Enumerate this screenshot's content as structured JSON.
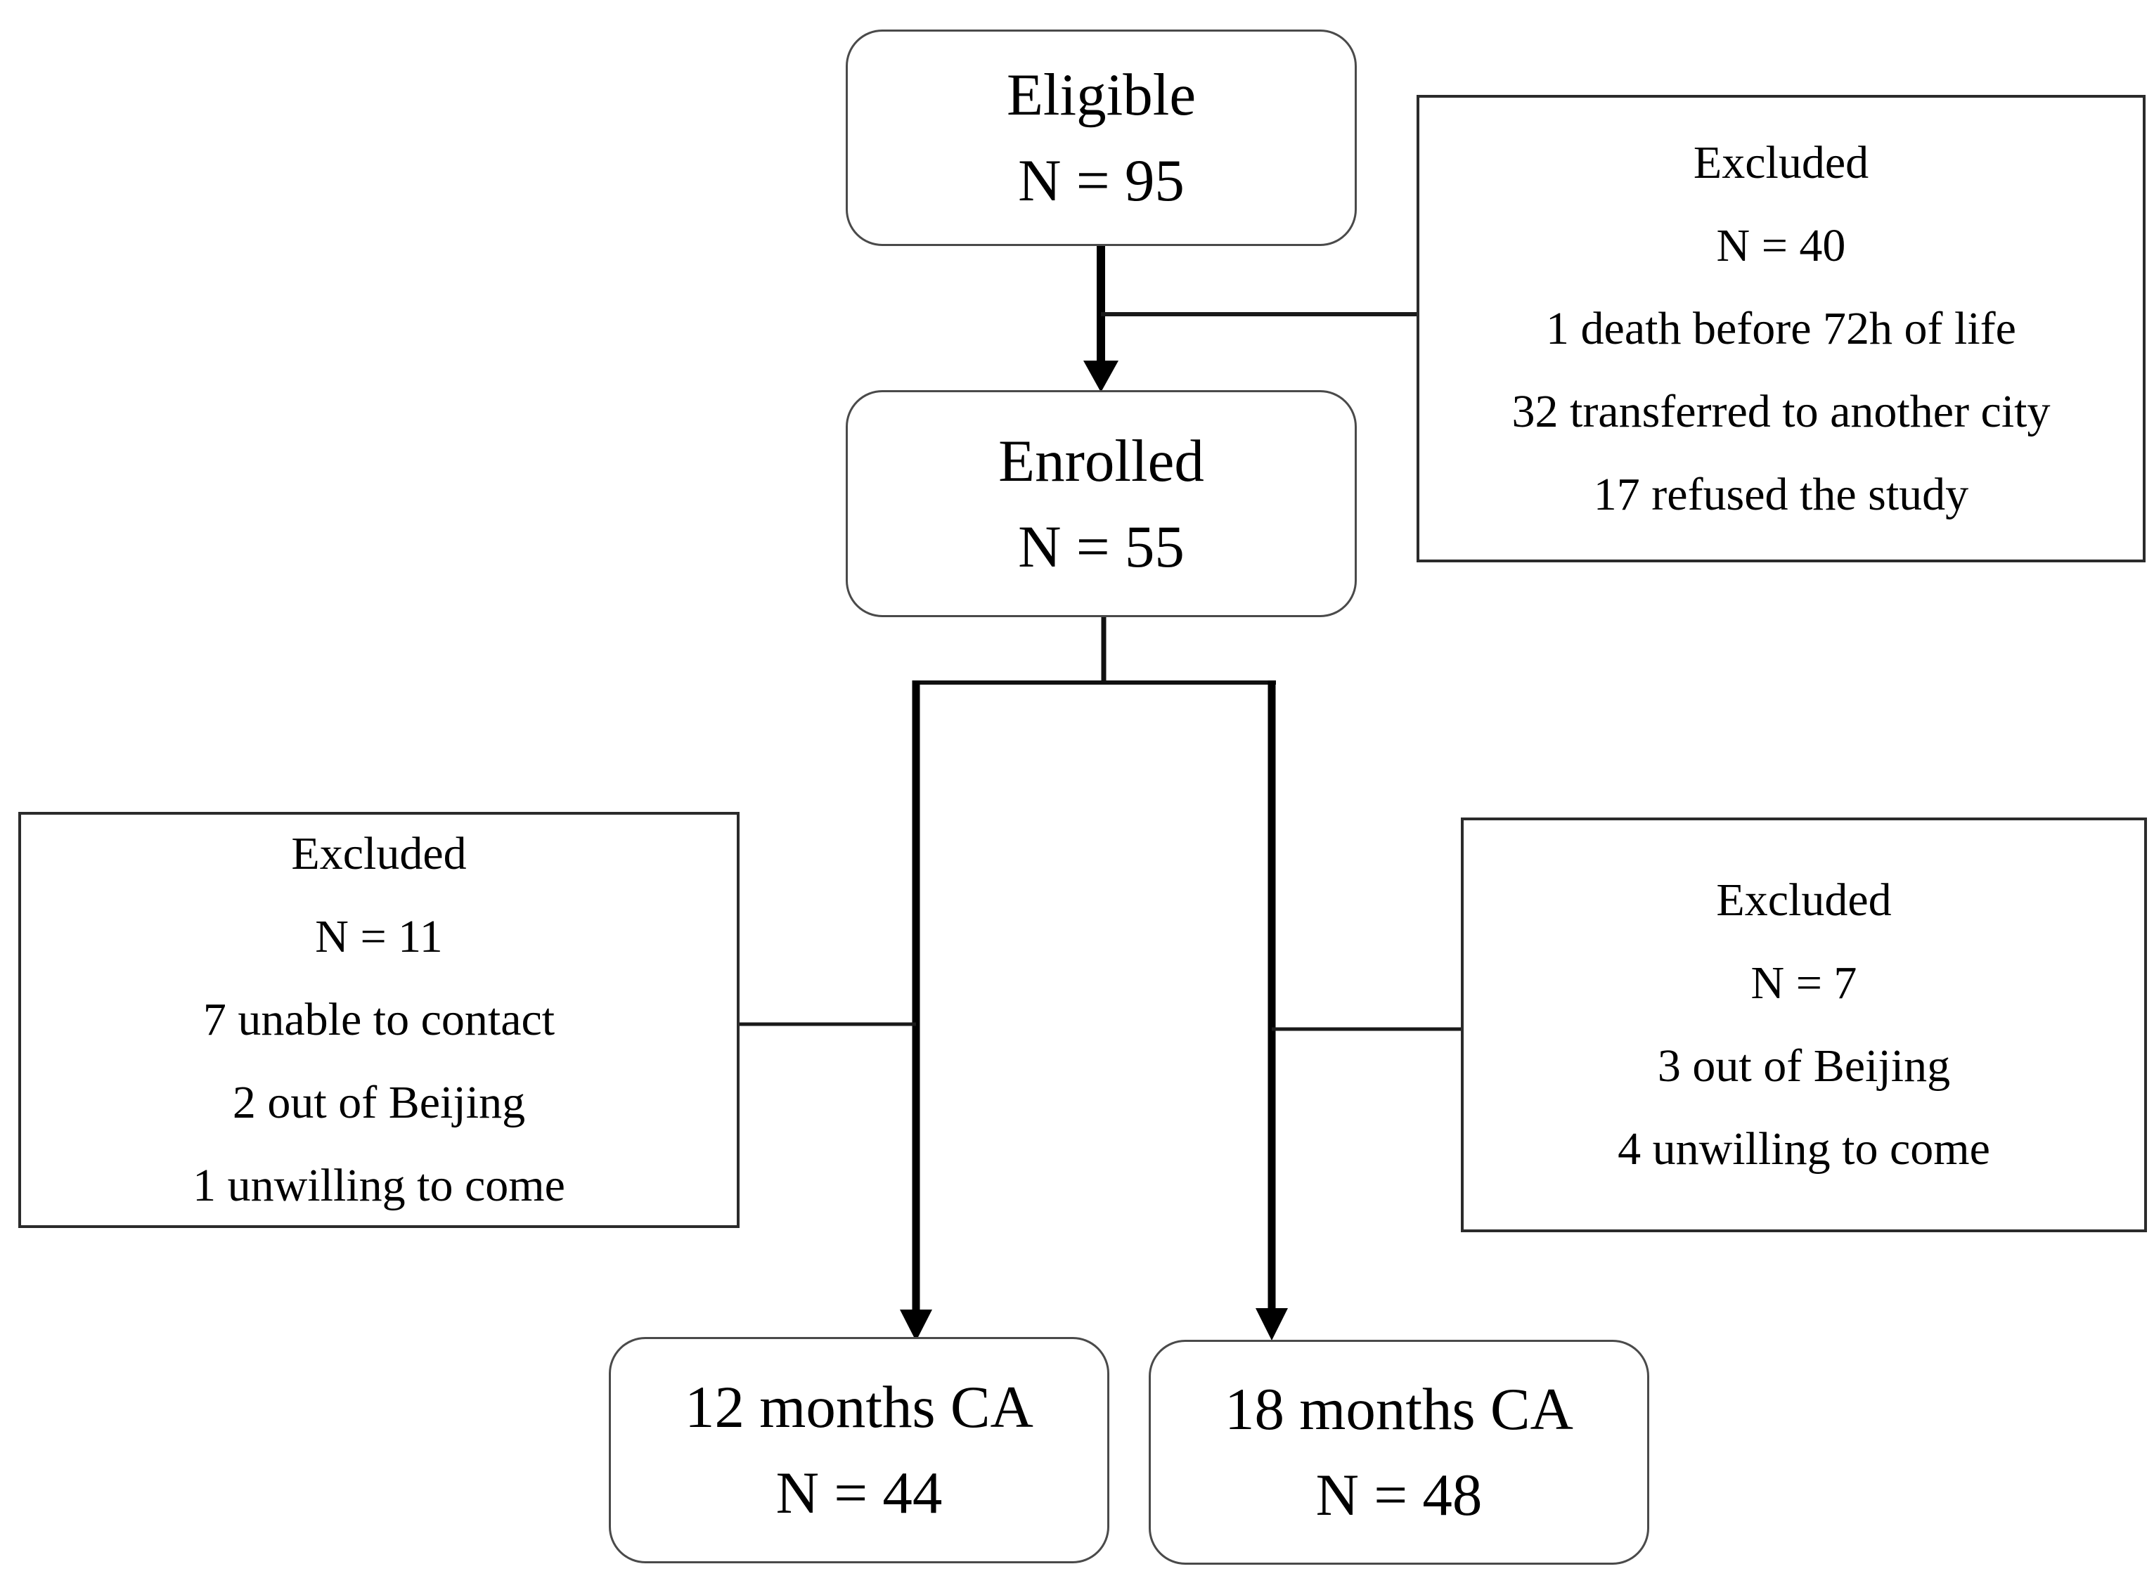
{
  "figure": {
    "type": "study-flow-diagram",
    "background_color": "#ffffff",
    "line_color": "#000000",
    "text_color": "#000000",
    "box_border_color": "#2b2b2b"
  },
  "boxes": {
    "eligible": {
      "title": "Eligible",
      "count": "N = 95"
    },
    "excluded_top": {
      "title": "Excluded",
      "count": "N = 40",
      "reasons": [
        "1 death before 72h of life",
        "32 transferred to another city",
        "17 refused the study"
      ]
    },
    "enrolled": {
      "title": "Enrolled",
      "count": "N = 55"
    },
    "excluded_left": {
      "title": "Excluded",
      "count": "N = 11",
      "reasons": [
        "7 unable to contact",
        "2 out of Beijing",
        "1 unwilling to come"
      ]
    },
    "excluded_right": {
      "title": "Excluded",
      "count": "N = 7",
      "reasons": [
        "3 out of Beijing",
        "4 unwilling to come"
      ]
    },
    "outcome_12_months": {
      "title": "12 months CA",
      "count": "N = 44"
    },
    "outcome_18_months": {
      "title": "18 months CA",
      "count": "N = 48"
    }
  }
}
